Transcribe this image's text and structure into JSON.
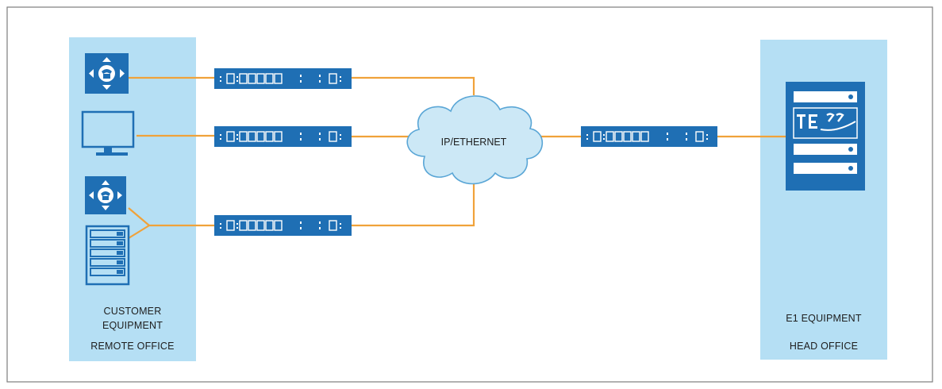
{
  "remote": {
    "label_line1": "CUSTOMER",
    "label_line2": "EQUIPMENT",
    "label_line3": "REMOTE OFFICE"
  },
  "head": {
    "label_line1": "E1 EQUIPMENT",
    "label_line2": "HEAD OFFICE",
    "logo_text": "TE"
  },
  "network": {
    "cloud_label": "IP/ETHERNET"
  },
  "colors": {
    "panel": "#b5dff4",
    "device": "#1f6fb4",
    "device_dark": "#0e4d87",
    "link": "#f0a23a",
    "cloud": "#cce8f6",
    "cloud_stroke": "#5aa6d6"
  }
}
